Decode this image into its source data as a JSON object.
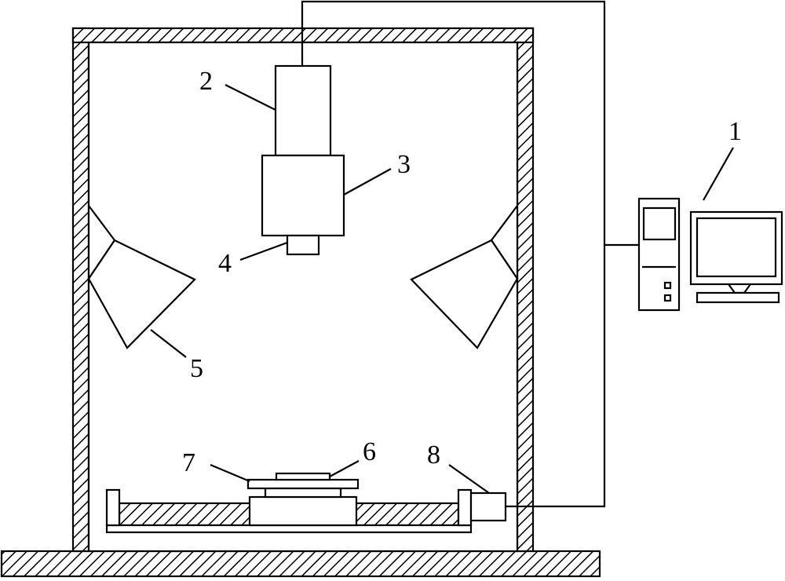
{
  "labels": {
    "computer": "1",
    "camera_body": "2",
    "camera": "3",
    "lens": "4",
    "light_source": "5",
    "sample": "6",
    "stage": "7",
    "motor": "8"
  },
  "colors": {
    "line": "#000000",
    "background": "#ffffff"
  },
  "icons": [
    "hatch-pattern",
    "computer-icon",
    "monitor-icon"
  ]
}
